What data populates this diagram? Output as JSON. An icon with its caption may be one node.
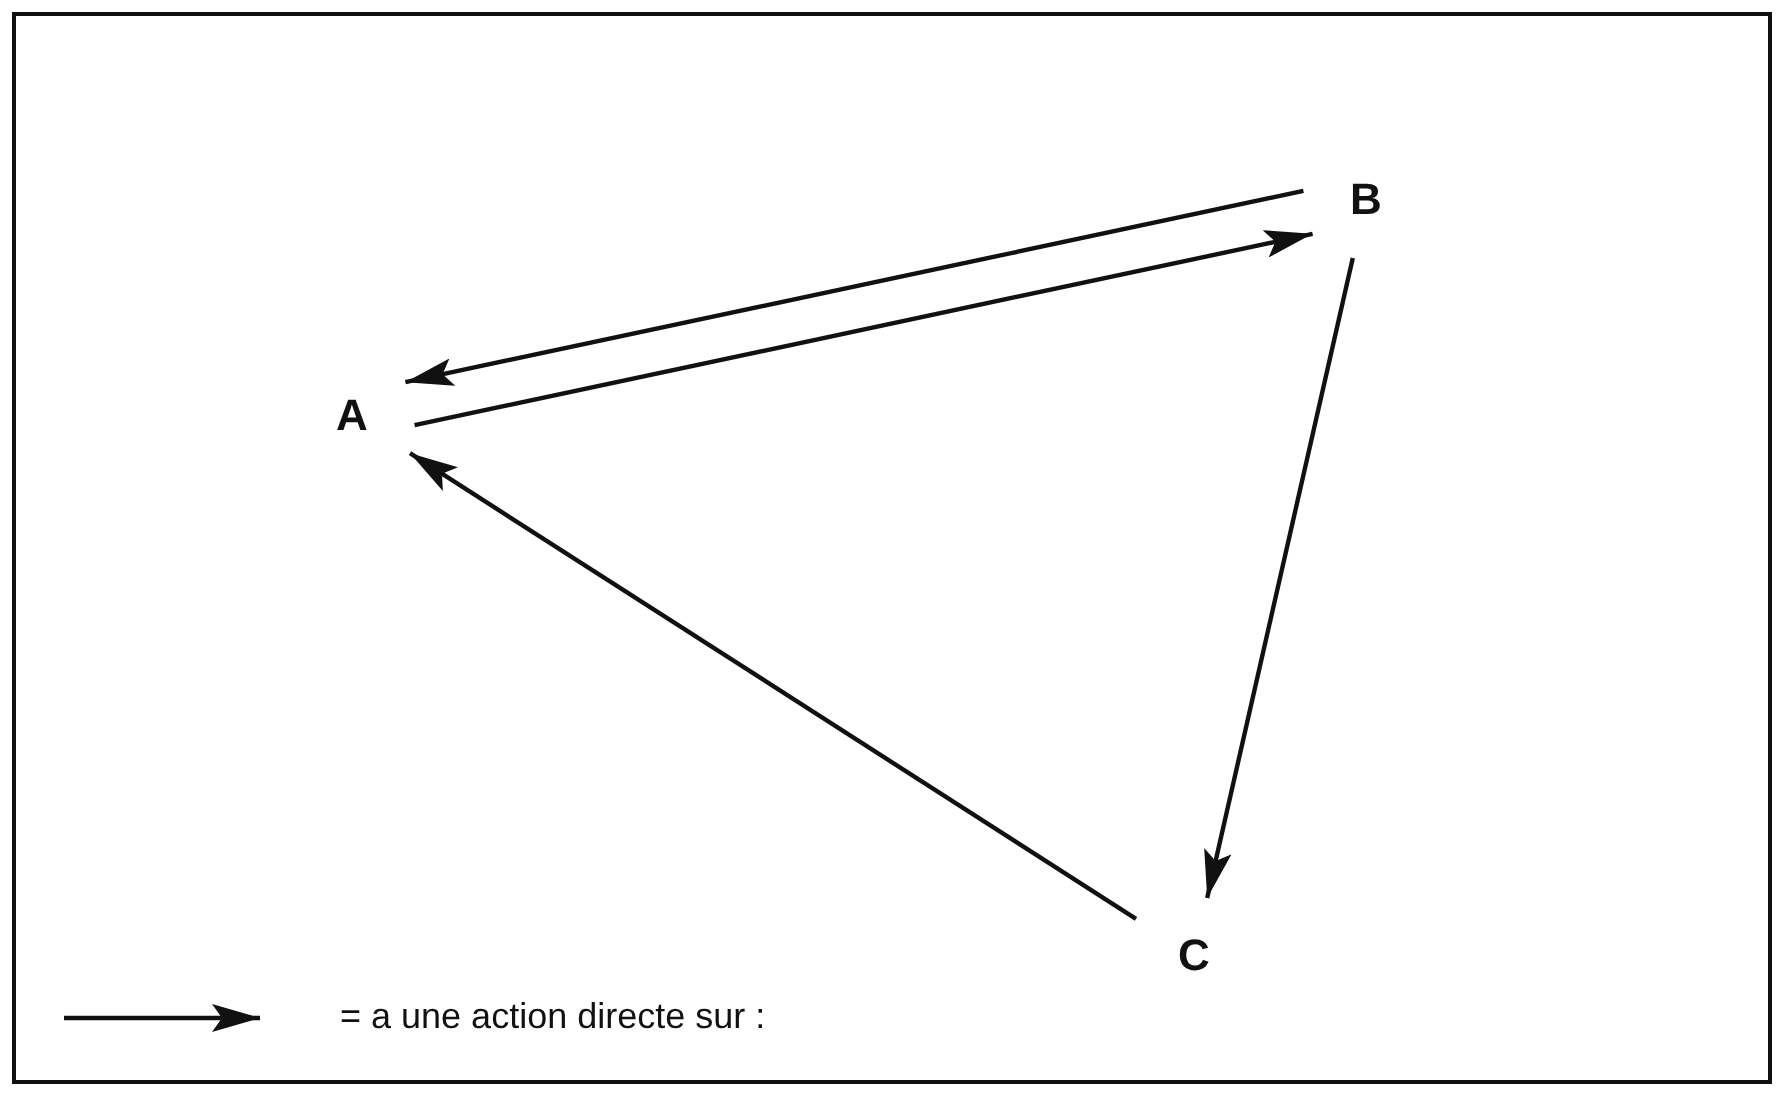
{
  "diagram": {
    "nodes": [
      {
        "text": [
          "A"
        ]
      },
      {
        "text": [
          "B"
        ]
      },
      {
        "text": [
          "C"
        ]
      }
    ],
    "edges": [
      {
        "from": 1,
        "to": 0,
        "arrow": "to"
      },
      {
        "from": 0,
        "to": 1,
        "arrow": "to"
      },
      {
        "from": 1,
        "to": 2,
        "arrow": "to"
      },
      {
        "from": 2,
        "to": 0,
        "arrow": "to"
      }
    ],
    "legend": [
      {
        "text": "= a une action directe sur :"
      }
    ]
  }
}
